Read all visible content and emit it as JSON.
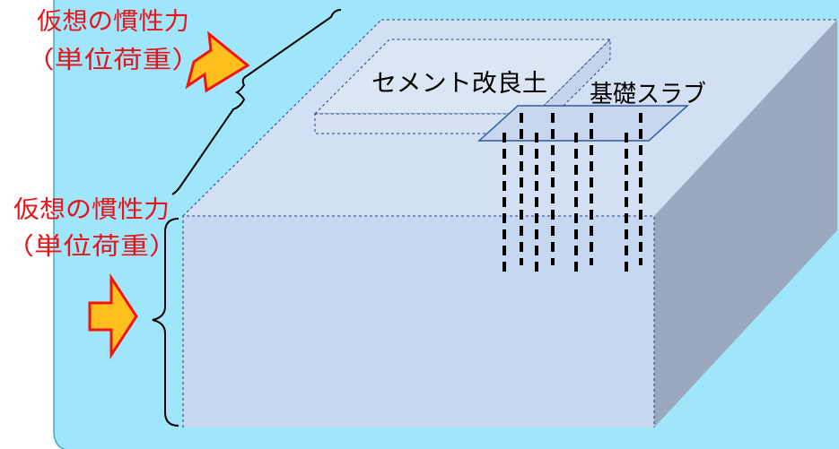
{
  "labels": {
    "upper_force_line1": "仮想の慣性力",
    "upper_force_line2": "（単位荷重）",
    "lower_force_line1": "仮想の慣性力",
    "lower_force_line2": "（単位荷重）",
    "cement_soil": "セメント改良土",
    "foundation_slab": "基礎スラブ"
  },
  "colors": {
    "background": "#9fe6fb",
    "box_top": "#d3dff2",
    "box_front": "#c6d8ef",
    "box_side": "#9aa9bd",
    "force_text": "#e8141a",
    "arrow_fill": "#ffbf1f",
    "arrow_stroke": "#f5130b",
    "pile": "#000000",
    "outline": "#1f3f86"
  },
  "icons": {
    "force_arrow": "block-arrow-right"
  }
}
